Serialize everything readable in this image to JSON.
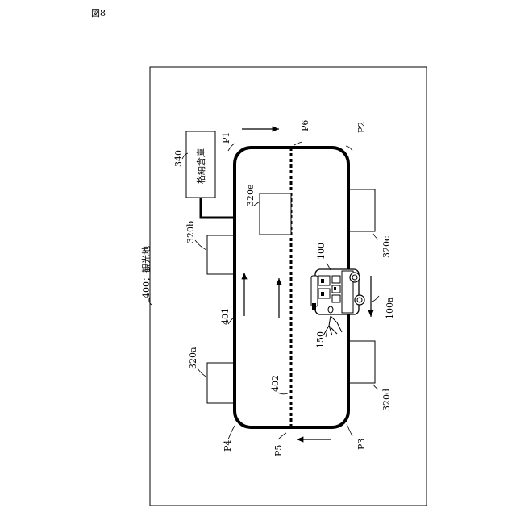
{
  "figure_label": "図8",
  "area_label": "400：観光地",
  "storage_label": "340",
  "storage_text": "格納倉庫",
  "labels": {
    "P1": "P1",
    "P2": "P2",
    "P3": "P3",
    "P4": "P4",
    "P5": "P5",
    "P6": "P6",
    "road_outer": "401",
    "road_center": "402",
    "spot_a": "320a",
    "spot_b": "320b",
    "spot_c": "320c",
    "spot_d": "320d",
    "spot_e": "320e",
    "vehicle": "100",
    "vehicle_dir": "100a",
    "sensor": "150"
  }
}
